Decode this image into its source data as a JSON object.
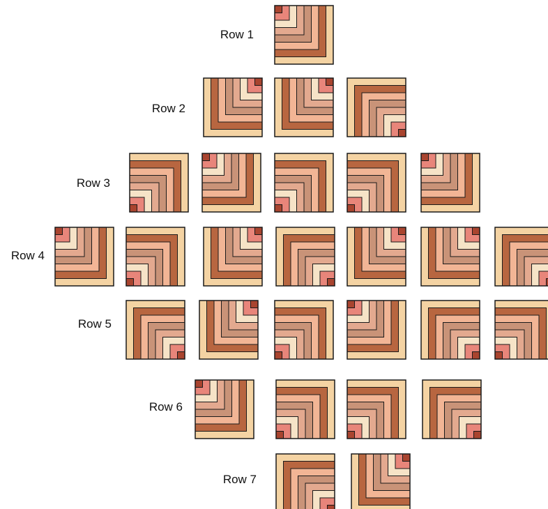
{
  "diagram": {
    "rows": [
      {
        "label": "Row 1",
        "blocks": [
          {
            "corner": "tl"
          }
        ]
      },
      {
        "label": "Row 2",
        "blocks": [
          {
            "corner": "tr"
          },
          {
            "corner": "tr"
          },
          {
            "corner": "br"
          }
        ]
      },
      {
        "label": "Row 3",
        "blocks": [
          {
            "corner": "bl"
          },
          {
            "corner": "tl"
          },
          {
            "corner": "bl"
          },
          {
            "corner": "bl"
          },
          {
            "corner": "tl"
          }
        ]
      },
      {
        "label": "Row 4",
        "blocks": [
          {
            "corner": "tl"
          },
          {
            "corner": "bl"
          },
          {
            "corner": "tr"
          },
          {
            "corner": "br"
          },
          {
            "corner": "tr"
          },
          {
            "corner": "tr"
          },
          {
            "corner": "br"
          }
        ]
      },
      {
        "label": "Row 5",
        "blocks": [
          {
            "corner": "br"
          },
          {
            "corner": "tr"
          },
          {
            "corner": "bl"
          },
          {
            "corner": "tl"
          },
          {
            "corner": "br"
          },
          {
            "corner": "bl"
          }
        ]
      },
      {
        "label": "Row 6",
        "blocks": [
          {
            "corner": "tl"
          },
          {
            "corner": "bl"
          },
          {
            "corner": "bl"
          },
          {
            "corner": "br"
          }
        ]
      },
      {
        "label": "Row 7",
        "blocks": [
          {
            "corner": "br"
          },
          {
            "corner": "tr"
          }
        ]
      }
    ],
    "palette": {
      "center": "#a9442f",
      "strips": [
        "#e8857a",
        "#f6e3c7",
        "#e3a98f",
        "#c99378",
        "#f2b595",
        "#b86640",
        "#f4d3a3"
      ],
      "outline": "#1a1a1a"
    }
  }
}
